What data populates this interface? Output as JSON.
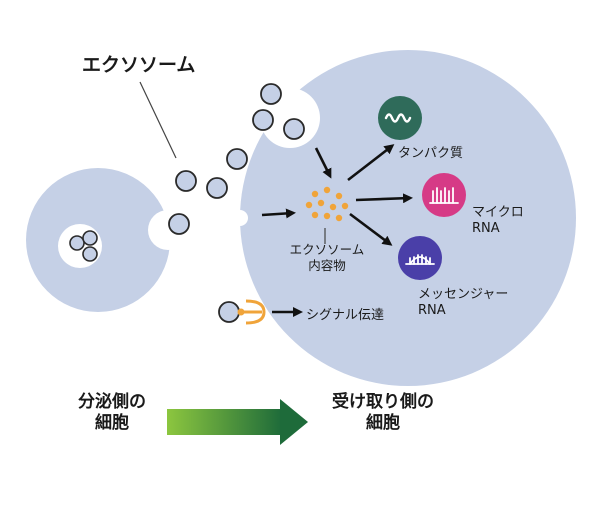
{
  "labels": {
    "exosome": "エクソソーム",
    "exosome_content": "エクソソーム\n内容物",
    "protein": "タンパク質",
    "microrna": "マイクロ\nRNA",
    "mrna": "メッセンジャー\nRNA",
    "signal": "シグナル伝達",
    "secretory_cell": "分泌側の\n細胞",
    "recipient_cell": "受け取り側の\n細胞"
  },
  "colors": {
    "cell": "#c5d0e6",
    "exosome_outline": "#2a2a2a",
    "content_dots": "#f0a43a",
    "protein_badge": "#2f6b5a",
    "microrna_badge": "#d63a86",
    "mrna_badge": "#4a3fa8",
    "arrow_gradient_start": "#8cc63f",
    "arrow_gradient_end": "#1e6b3a"
  },
  "icons": {
    "protein": "protein-wave-icon",
    "microrna": "microrna-comb-icon",
    "mrna": "mrna-strand-icon",
    "receptor": "receptor-icon"
  }
}
